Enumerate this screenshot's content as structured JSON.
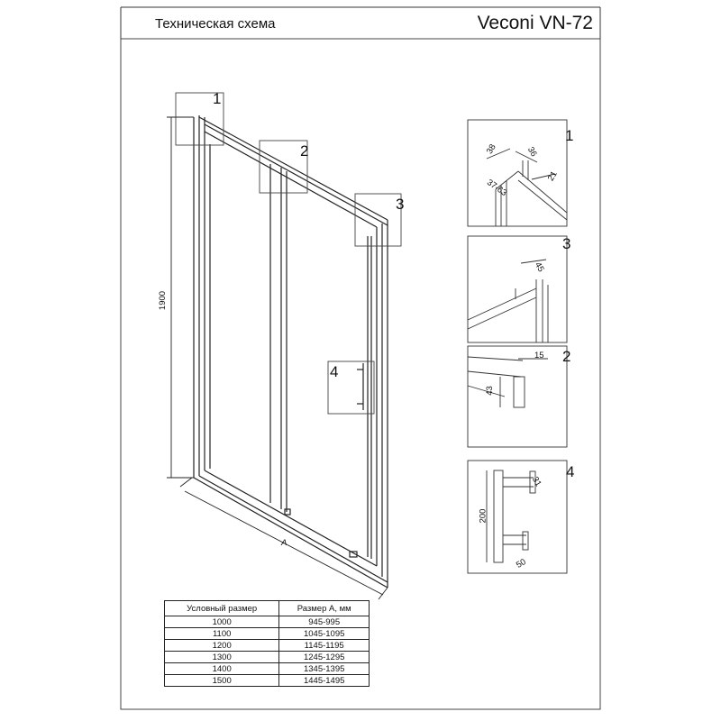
{
  "header": {
    "title": "Техническая схема",
    "model": "Veconi VN-72"
  },
  "main_drawing": {
    "height_dim": "1900",
    "width_dim": "A",
    "callouts": [
      "1",
      "2",
      "3",
      "4"
    ]
  },
  "details": [
    {
      "num": "1",
      "dims": [
        "38",
        "36",
        "21",
        "37-63"
      ]
    },
    {
      "num": "3",
      "dims": [
        "45"
      ]
    },
    {
      "num": "2",
      "dims": [
        "15",
        "43"
      ]
    },
    {
      "num": "4",
      "dims": [
        "200",
        "31",
        "50"
      ]
    }
  ],
  "size_table": {
    "headers": [
      "Условный размер",
      "Размер А, мм"
    ],
    "rows": [
      [
        "1000",
        "945-995"
      ],
      [
        "1100",
        "1045-1095"
      ],
      [
        "1200",
        "1145-1195"
      ],
      [
        "1300",
        "1245-1295"
      ],
      [
        "1400",
        "1345-1395"
      ],
      [
        "1500",
        "1445-1495"
      ]
    ]
  },
  "colors": {
    "line": "#222222",
    "background": "#ffffff"
  }
}
